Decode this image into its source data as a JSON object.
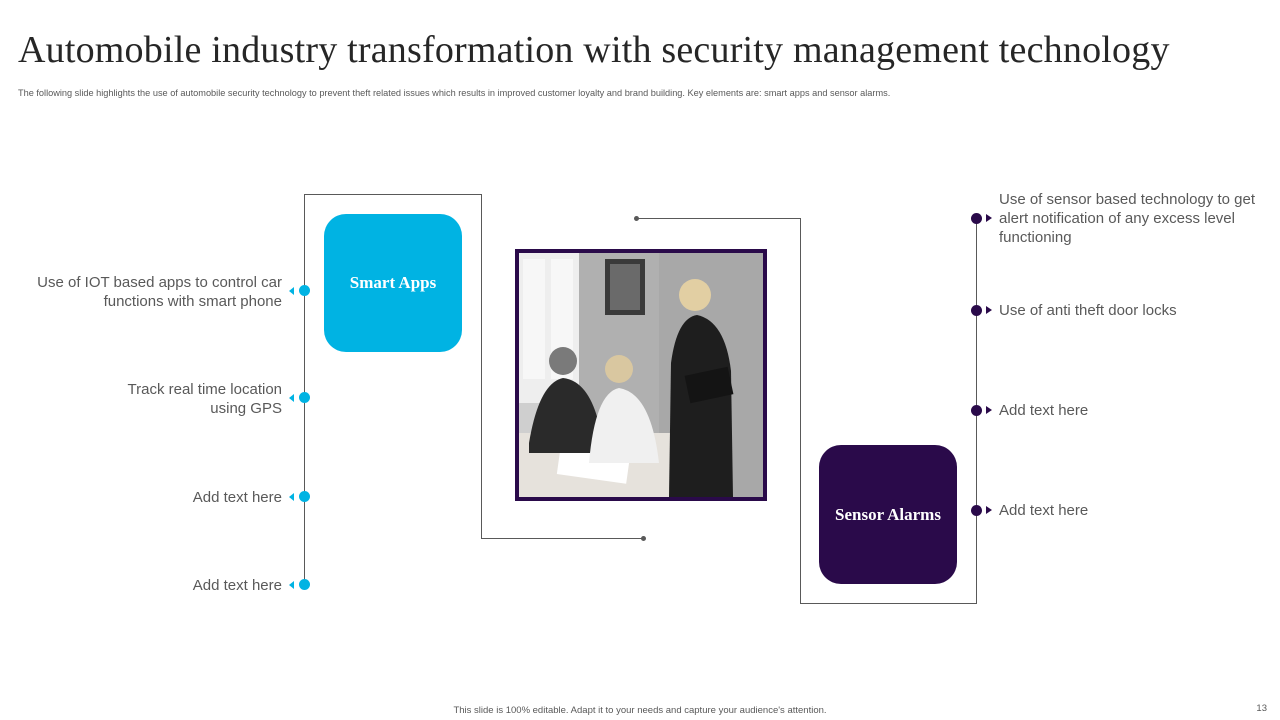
{
  "header": {
    "title": "Automobile industry transformation with security management technology",
    "subtitle": "The following slide highlights the use of automobile security technology to prevent theft related issues which results in improved customer loyalty and brand building. Key elements are: smart apps and sensor alarms."
  },
  "smart_apps": {
    "label": "Smart Apps",
    "color": "#00b3e3",
    "points": [
      "Use of IOT based apps to control car functions with smart phone",
      "Track real time location using GPS",
      "Add text here",
      "Add text here"
    ]
  },
  "sensor_alarms": {
    "label": "Sensor Alarms",
    "color": "#2a0a4a",
    "points": [
      "Use of sensor based technology to get alert notification of any excess level functioning",
      "Use of anti theft door locks",
      "Add text here",
      "Add text here"
    ]
  },
  "photo": {
    "icon": "business-meeting-photo"
  },
  "footer": {
    "note": "This slide is 100% editable. Adapt it to your needs and capture your audience's attention.",
    "page_number": "13"
  }
}
